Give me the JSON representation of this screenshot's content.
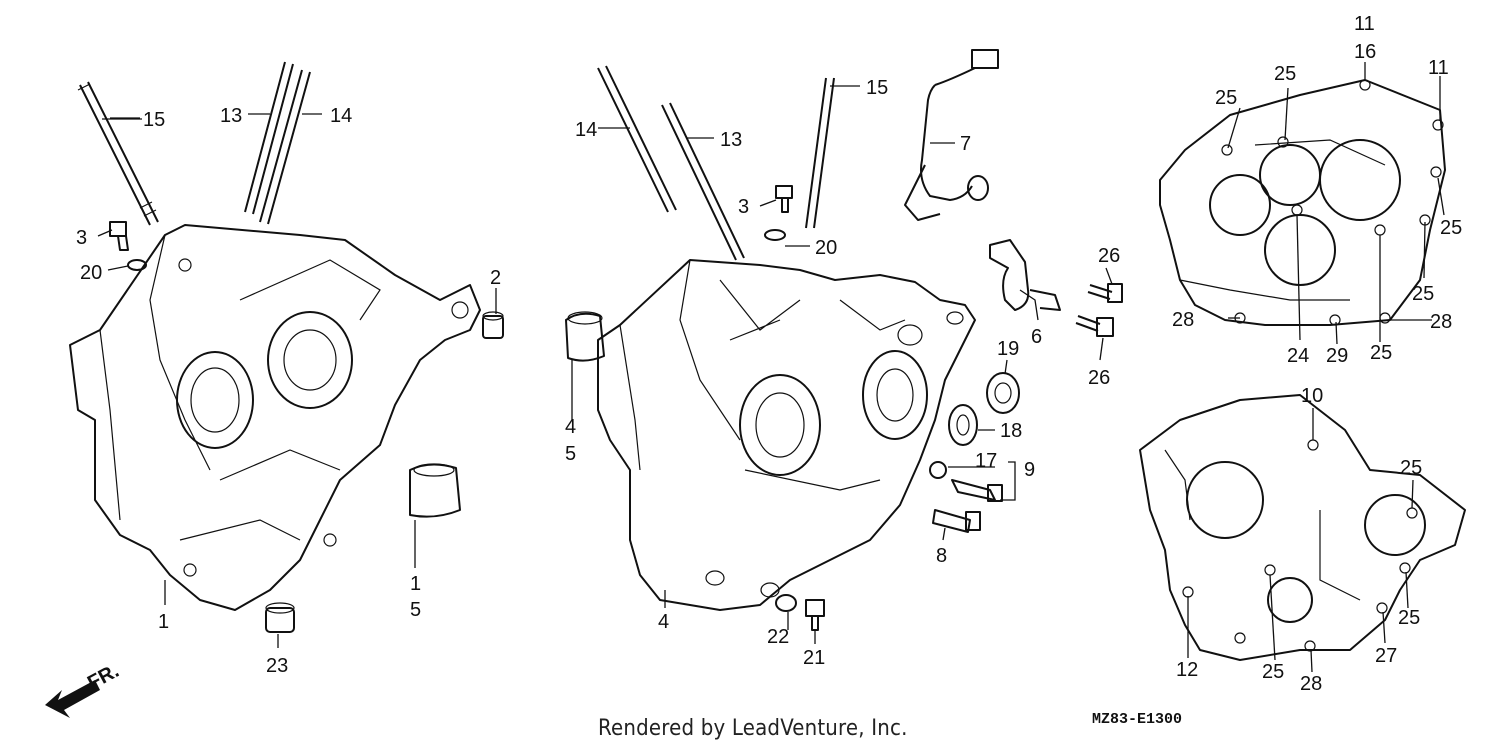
{
  "footer": {
    "rendered_by": "Rendered by LeadVenture, Inc.",
    "code": "MZ83-E1300"
  },
  "front_marker": "FR.",
  "callouts": {
    "c1": "1",
    "c2": "2",
    "c3": "3",
    "c4": "4",
    "c5": "5",
    "c6": "6",
    "c7": "7",
    "c8": "8",
    "c9": "9",
    "c10": "10",
    "c11": "11",
    "c12": "12",
    "c13": "13",
    "c14": "14",
    "c15": "15",
    "c16": "16",
    "c17": "17",
    "c18": "18",
    "c19": "19",
    "c20": "20",
    "c21": "21",
    "c22": "22",
    "c23": "23",
    "c24": "24",
    "c25": "25",
    "c26": "26",
    "c27": "27",
    "c28": "28",
    "c29": "29"
  }
}
